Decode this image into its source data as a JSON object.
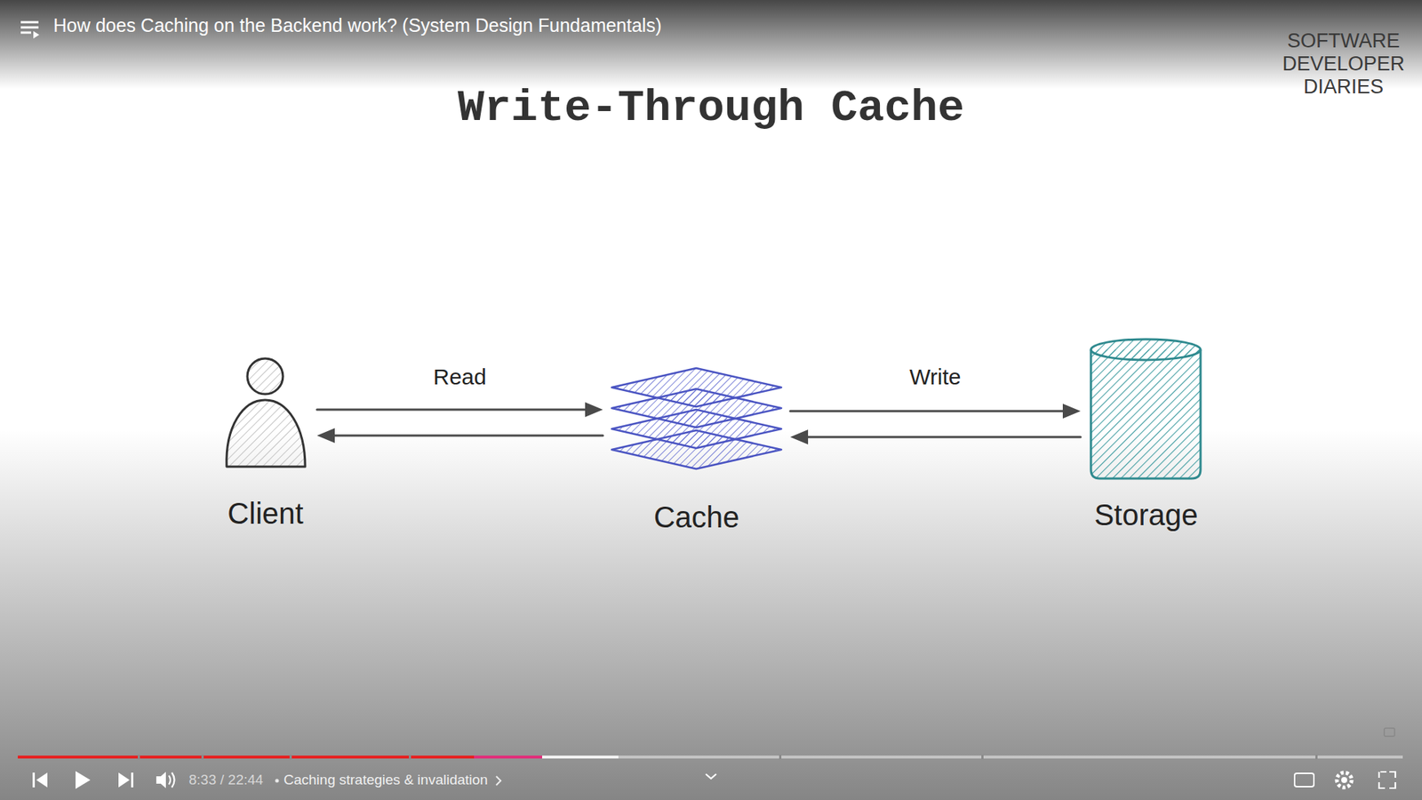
{
  "diagram": {
    "title": "Write-Through Cache",
    "nodes": [
      {
        "text": [
          "Client"
        ]
      },
      {
        "text": [
          "Cache"
        ]
      },
      {
        "text": [
          "Storage"
        ]
      }
    ],
    "edges": [
      {
        "from": 0,
        "to": 1,
        "arrow": "to",
        "label": "Read"
      },
      {
        "from": 1,
        "to": 0,
        "arrow": "to"
      },
      {
        "from": 1,
        "to": 2,
        "arrow": "to",
        "label": "Write"
      },
      {
        "from": 2,
        "to": 1,
        "arrow": "to"
      }
    ],
    "labels": [
      "How does Caching on the Backend work? (System Design Fundamentals)",
      "SOFTWARE DEVELOPER DIARIES",
      "8:33 / 22:44",
      "Caching strategies & invalidation"
    ]
  }
}
